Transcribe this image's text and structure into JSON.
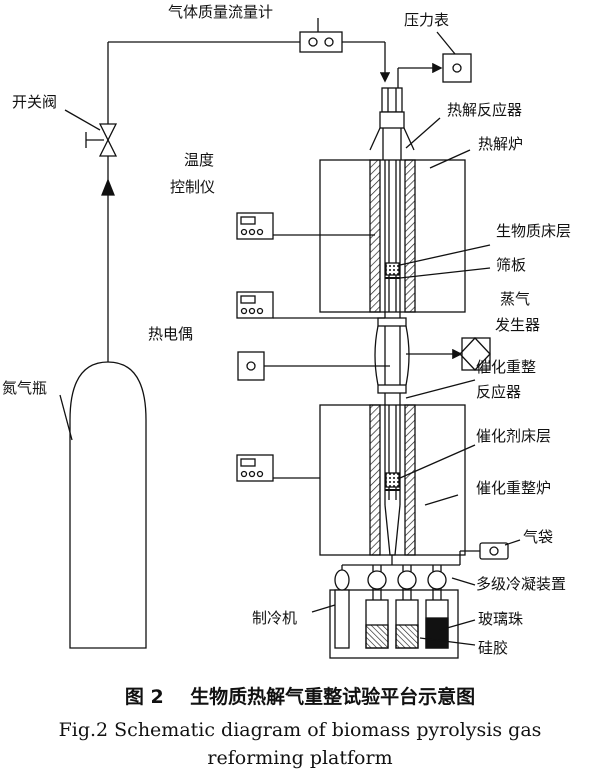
{
  "labels": {
    "mfc": "气体质量流量计",
    "pressure_gauge": "压力表",
    "valve": "开关阀",
    "pyrolysis_reactor": "热解反应器",
    "pyrolysis_furnace": "热解炉",
    "temp_controller_line1": "温度",
    "temp_controller_line2": "控制仪",
    "biomass_bed": "生物质床层",
    "sieve_plate": "筛板",
    "steam_line1": "蒸气",
    "steam_line2": "发生器",
    "thermocouple": "热电偶",
    "reformer_line1": "催化重整",
    "reformer_line2": "反应器",
    "nitrogen_bottle": "氮气瓶",
    "catalyst_bed": "催化剂床层",
    "reforming_furnace": "催化重整炉",
    "gas_bag": "气袋",
    "condenser": "多级冷凝装置",
    "chiller": "制冷机",
    "glass_beads": "玻璃珠",
    "silica_gel": "硅胶"
  },
  "caption": {
    "cn_number": "图 2",
    "cn_title": "生物质热解气重整试验平台示意图",
    "en_line1": "Fig.2 Schematic diagram of biomass pyrolysis gas",
    "en_line2": "reforming platform"
  }
}
